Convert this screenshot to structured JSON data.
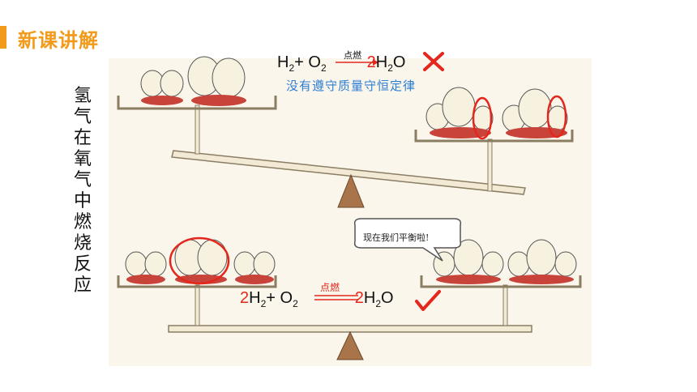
{
  "header": {
    "title": "新课讲解",
    "accent_color": "#f39a1b"
  },
  "side_label": {
    "chars": [
      "氢",
      "气",
      "在",
      "氧",
      "气",
      "中",
      "燃",
      "烧",
      "反",
      "应"
    ]
  },
  "top_equation": {
    "reactant1": "H",
    "sub1": "2",
    "plus": "+ ",
    "reactant2": "O",
    "sub2": "2",
    "condition": "点燃",
    "coef": "2",
    "product": "H",
    "sub3": "2",
    "product_tail": "O",
    "verdict_icon": "cross-mark-icon",
    "note": "没有遵守质量守恒定律"
  },
  "bottom_equation": {
    "coef1": "2",
    "reactant1": "H",
    "sub1": "2",
    "plus": "+ ",
    "reactant2": "O",
    "sub2": "2",
    "condition": "点燃",
    "coef2": "2",
    "product": "H",
    "sub3": "2",
    "product_tail": "O",
    "verdict_icon": "check-mark-icon"
  },
  "speech_bubble": {
    "text": "现在我们平衡啦!"
  },
  "colors": {
    "red": "#e5261c",
    "blue": "#2d7fd3",
    "panel": "#fbf6ec"
  }
}
